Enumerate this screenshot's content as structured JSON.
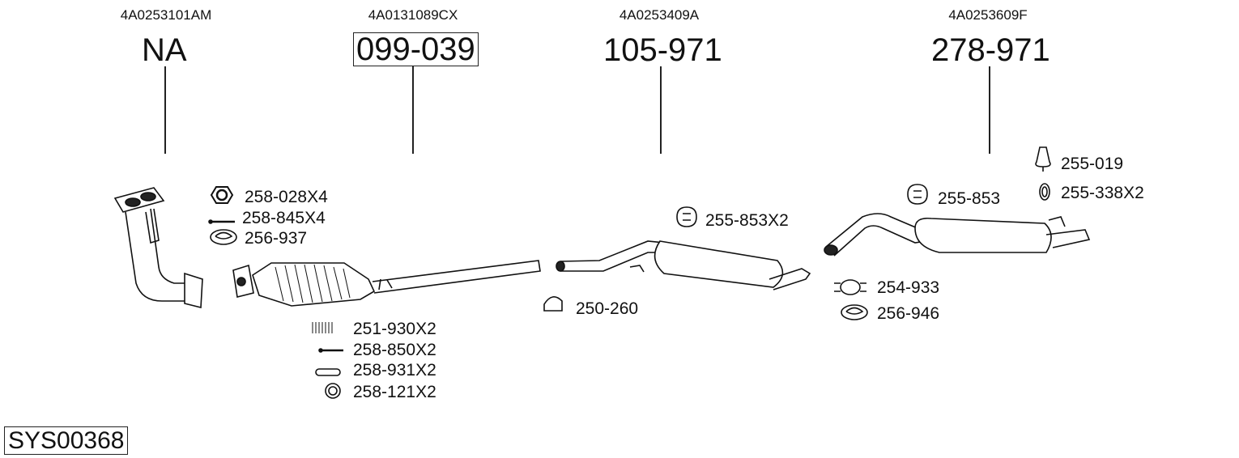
{
  "system_code": "SYS00368",
  "sections": [
    {
      "oem": "4A0253101AM",
      "part": "NA",
      "boxed": false
    },
    {
      "oem": "4A0131089CX",
      "part": "099-039",
      "boxed": true
    },
    {
      "oem": "4A0253409A",
      "part": "105-971",
      "boxed": false
    },
    {
      "oem": "4A0253609F",
      "part": "278-971",
      "boxed": false
    }
  ],
  "accessories": [
    {
      "code": "258-028X4",
      "icon": "hex-nut-icon"
    },
    {
      "code": "258-845X4",
      "icon": "bolt-icon"
    },
    {
      "code": "256-937",
      "icon": "gasket-icon"
    },
    {
      "code": "251-930X2",
      "icon": "spring-icon"
    },
    {
      "code": "258-850X2",
      "icon": "bolt-icon"
    },
    {
      "code": "258-931X2",
      "icon": "sleeve-icon"
    },
    {
      "code": "258-121X2",
      "icon": "ring-icon"
    },
    {
      "code": "250-260",
      "icon": "clamp-icon"
    },
    {
      "code": "255-853X2",
      "icon": "rubber-mount-icon"
    },
    {
      "code": "255-853",
      "icon": "rubber-mount-icon"
    },
    {
      "code": "255-019",
      "icon": "bell-mount-icon"
    },
    {
      "code": "255-338X2",
      "icon": "o-ring-icon"
    },
    {
      "code": "254-933",
      "icon": "band-clamp-icon"
    },
    {
      "code": "256-946",
      "icon": "gasket-icon"
    }
  ]
}
